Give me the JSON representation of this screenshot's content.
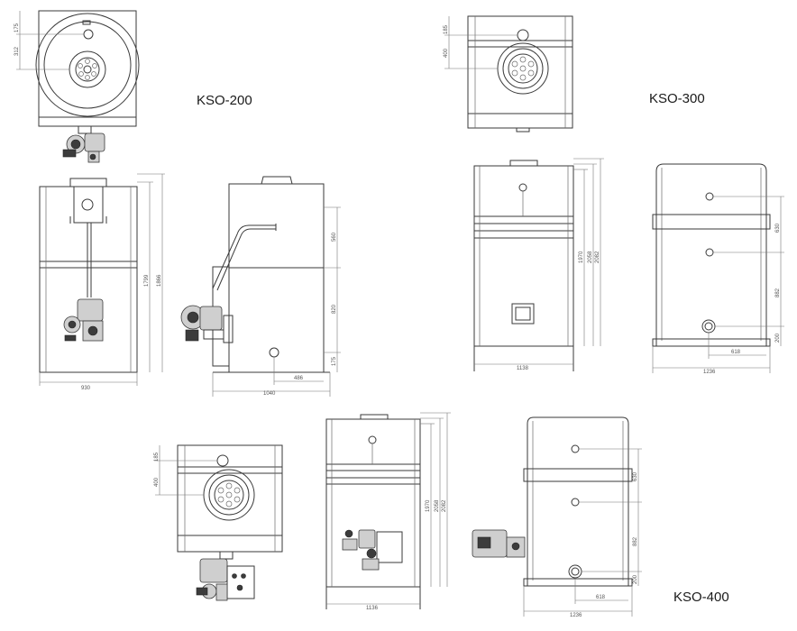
{
  "models": {
    "kso200": {
      "label": "KSO-200",
      "dims": {
        "top_175": "175",
        "top_312": "312",
        "front_width": "930",
        "front_h1": "1799",
        "front_h2": "1866",
        "side_width": "1040",
        "side_486": "486",
        "side_560": "560",
        "side_820": "820",
        "side_175": "175"
      }
    },
    "kso300": {
      "label": "KSO-300",
      "dims": {
        "top_185": "185",
        "top_400": "400",
        "front_width": "1138",
        "front_1970": "1970",
        "front_2058": "2058",
        "front_2082": "2082",
        "back_width": "1236",
        "back_630": "630",
        "back_882": "882",
        "back_200": "200",
        "back_618": "618"
      }
    },
    "kso400": {
      "label": "KSO-400",
      "dims": {
        "top_185": "185",
        "top_400": "400",
        "front_width": "1136",
        "front_1970": "1970",
        "front_2058": "2058",
        "front_2082": "2082",
        "back_width": "1236",
        "back_630": "630",
        "back_882": "882",
        "back_200": "200",
        "back_618": "618"
      }
    }
  }
}
